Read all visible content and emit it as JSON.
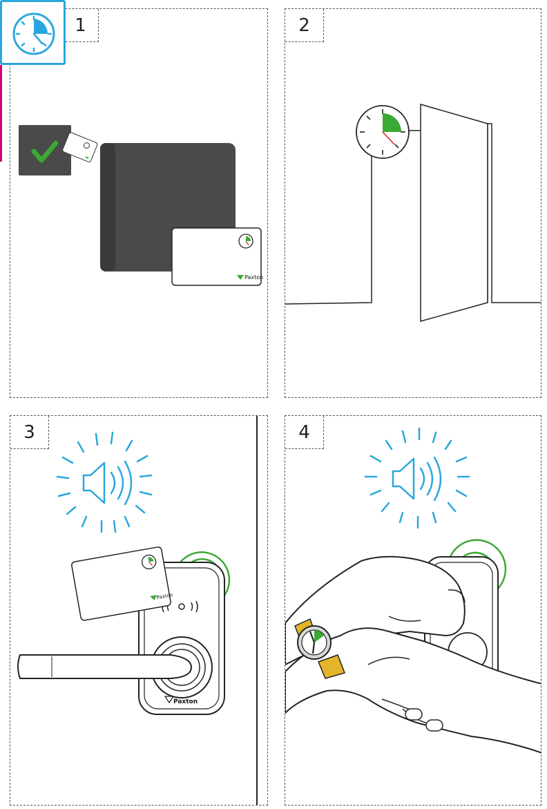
{
  "steps": [
    {
      "number": "1"
    },
    {
      "number": "2"
    },
    {
      "number": "3"
    },
    {
      "number": "4"
    }
  ],
  "brand": {
    "name": "Paxton"
  },
  "colors": {
    "accent": "#2aa6de",
    "green": "#3aa935",
    "frame": "#555555",
    "reader": "#4a4a4a",
    "magenta": "#d0007a",
    "strap": "#e3b52a"
  },
  "icons": [
    "clock-icon",
    "checkmark-icon",
    "speaker-icon",
    "rfid-waves-icon",
    "watch-icon"
  ]
}
